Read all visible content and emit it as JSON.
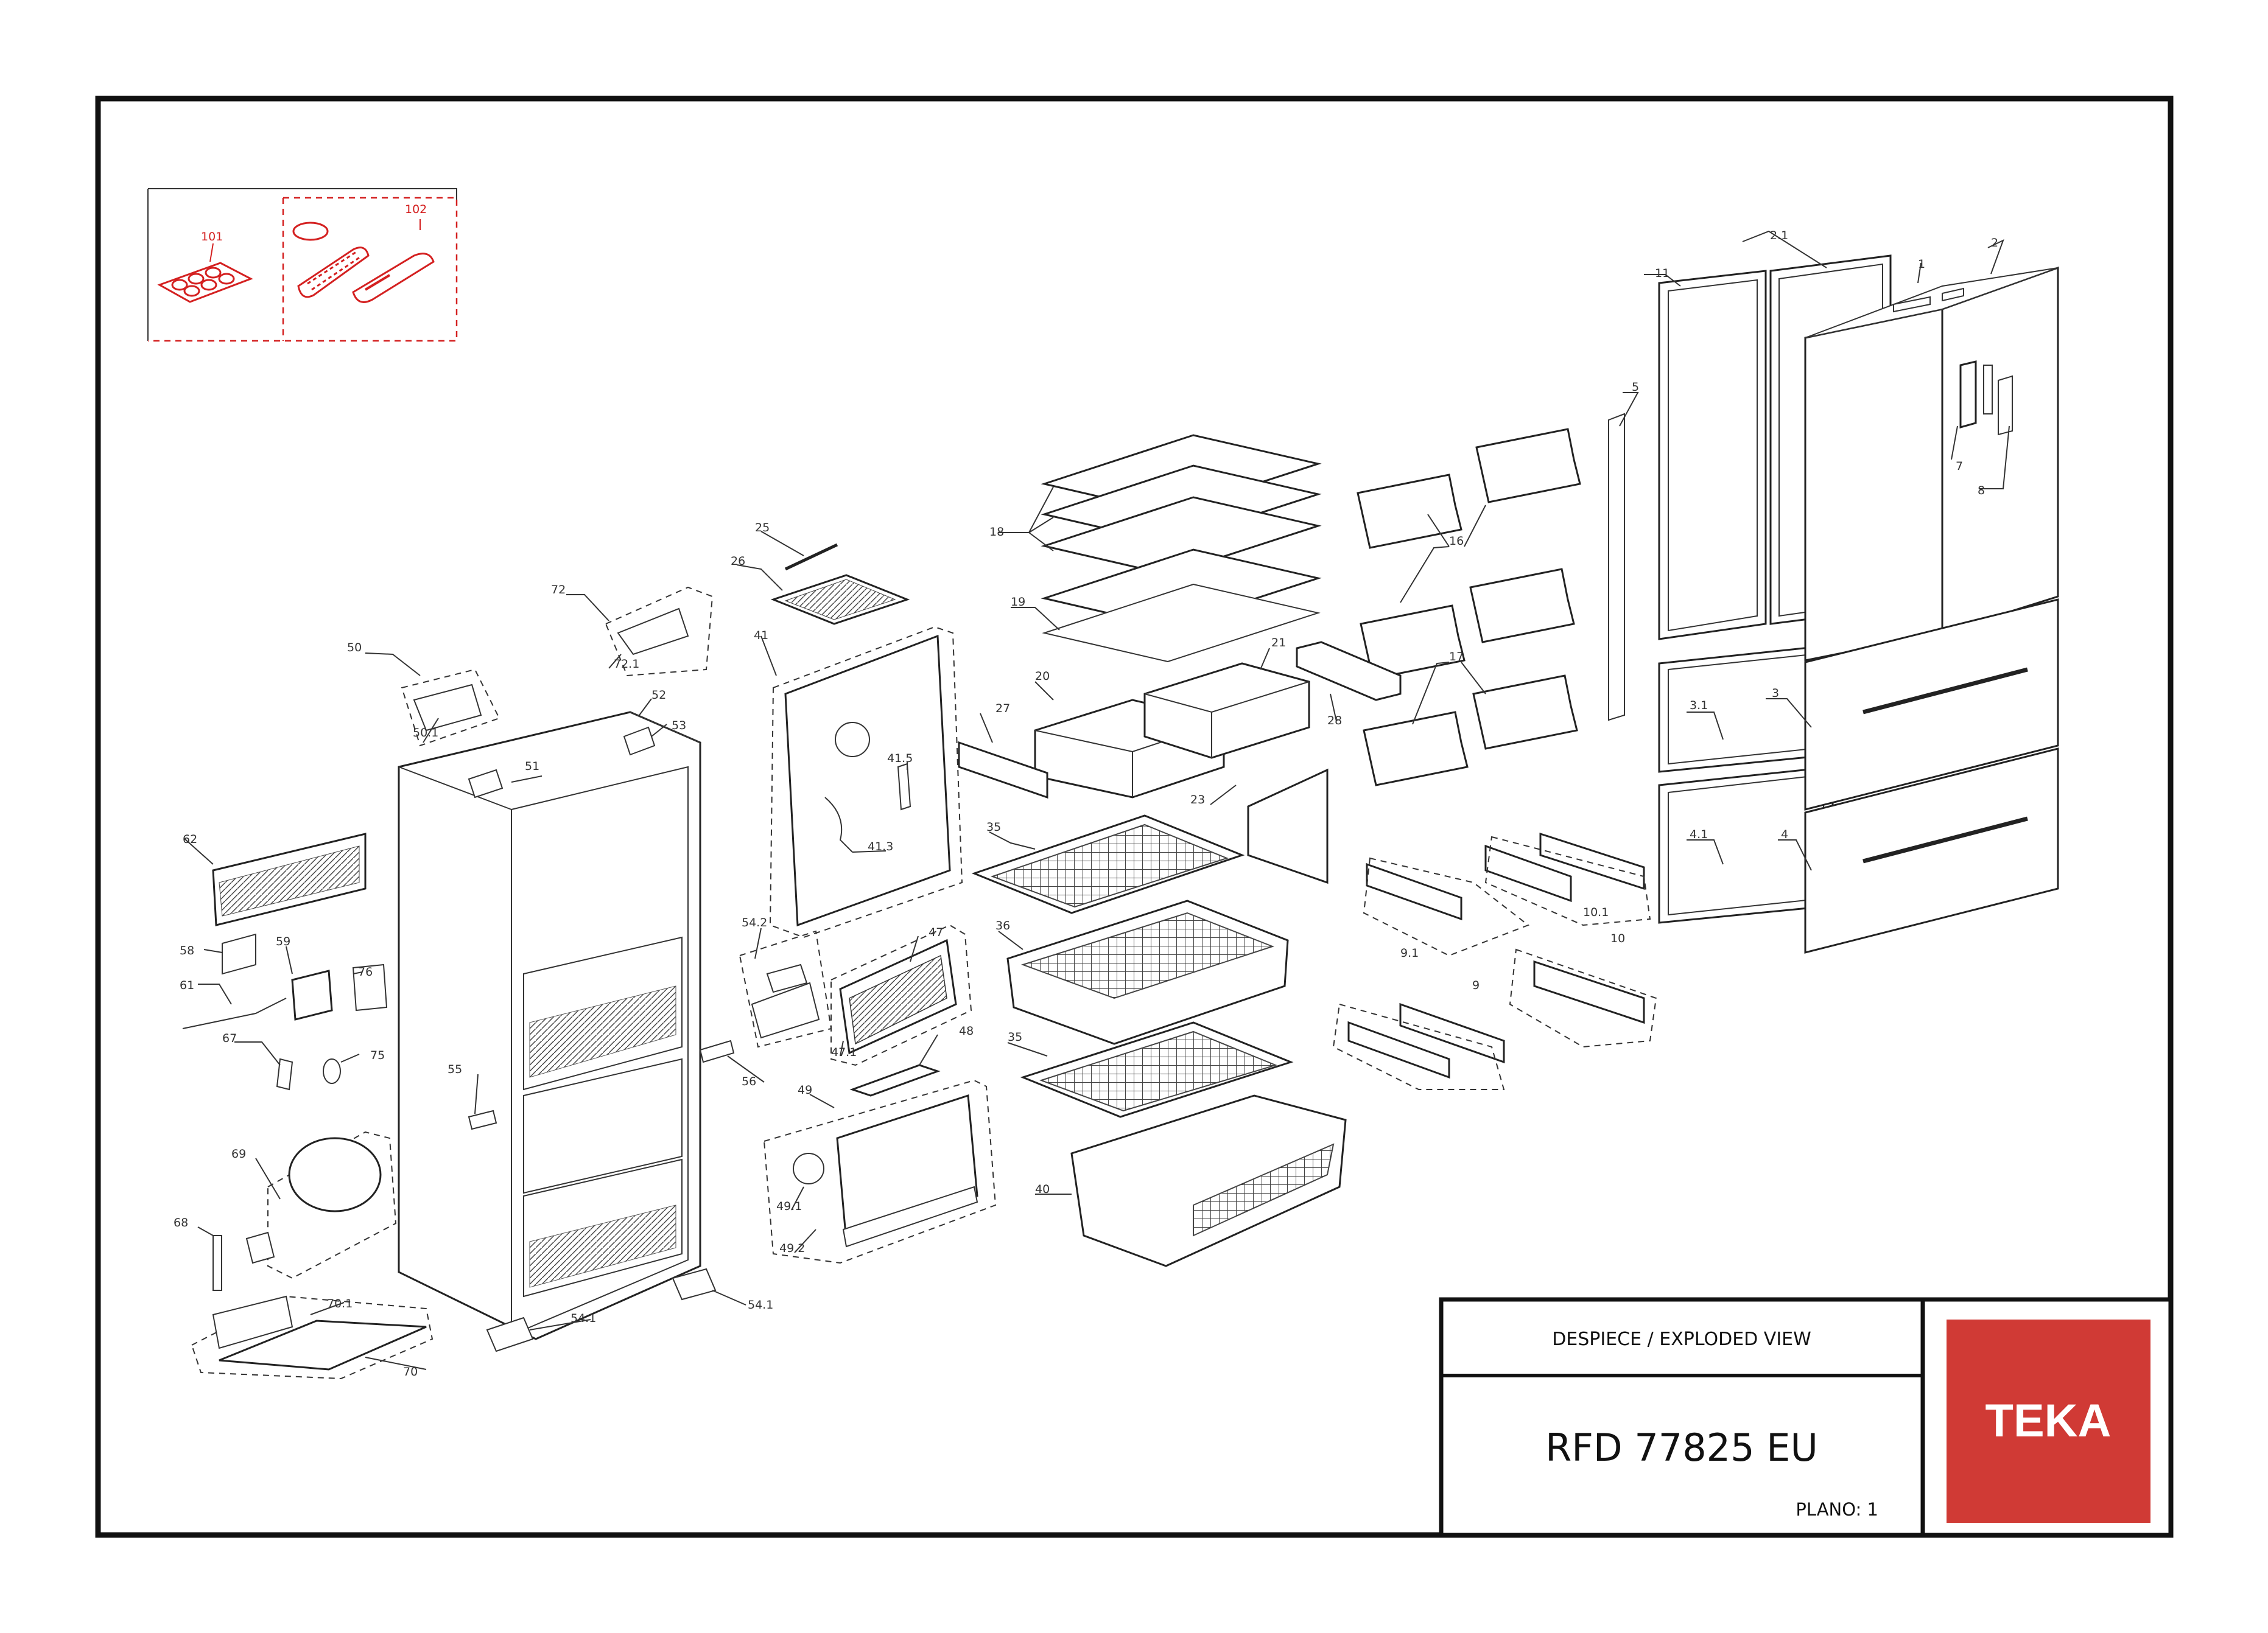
{
  "title_block": {
    "heading": "DESPIECE / EXPLODED VIEW",
    "model": "RFD 77825 EU",
    "plan": "PLANO: 1",
    "brand": "TEKA",
    "brand_color": "#d03a35"
  },
  "accessory_labels": [
    "101",
    "102"
  ],
  "part_labels": {
    "p1": "1",
    "p2": "2",
    "p2_1": "2.1",
    "p3": "3",
    "p3_1": "3.1",
    "p4": "4",
    "p4_1": "4.1",
    "p5": "5",
    "p7": "7",
    "p8": "8",
    "p9": "9",
    "p9_1": "9.1",
    "p10": "10",
    "p10_1": "10.1",
    "p11": "11",
    "p16": "16",
    "p17": "17",
    "p18": "18",
    "p19": "19",
    "p20": "20",
    "p21": "21",
    "p23": "23",
    "p25": "25",
    "p26": "26",
    "p27": "27",
    "p28": "28",
    "p35a": "35",
    "p35b": "35",
    "p36": "36",
    "p40": "40",
    "p41": "41",
    "p41_3": "41.3",
    "p41_5": "41.5",
    "p47": "47",
    "p47_1": "47.1",
    "p48": "48",
    "p49": "49",
    "p49_1": "49.1",
    "p49_2": "49.2",
    "p50": "50",
    "p50_1": "50.1",
    "p51": "51",
    "p52": "52",
    "p53": "53",
    "p54_1a": "54.1",
    "p54_1b": "54.1",
    "p54_2": "54.2",
    "p55": "55",
    "p56": "56",
    "p58": "58",
    "p59": "59",
    "p61": "61",
    "p62": "62",
    "p67": "67",
    "p68": "68",
    "p69": "69",
    "p70": "70",
    "p70_1": "70.1",
    "p72": "72",
    "p72_1": "72.1",
    "p75": "75",
    "p76": "76"
  }
}
